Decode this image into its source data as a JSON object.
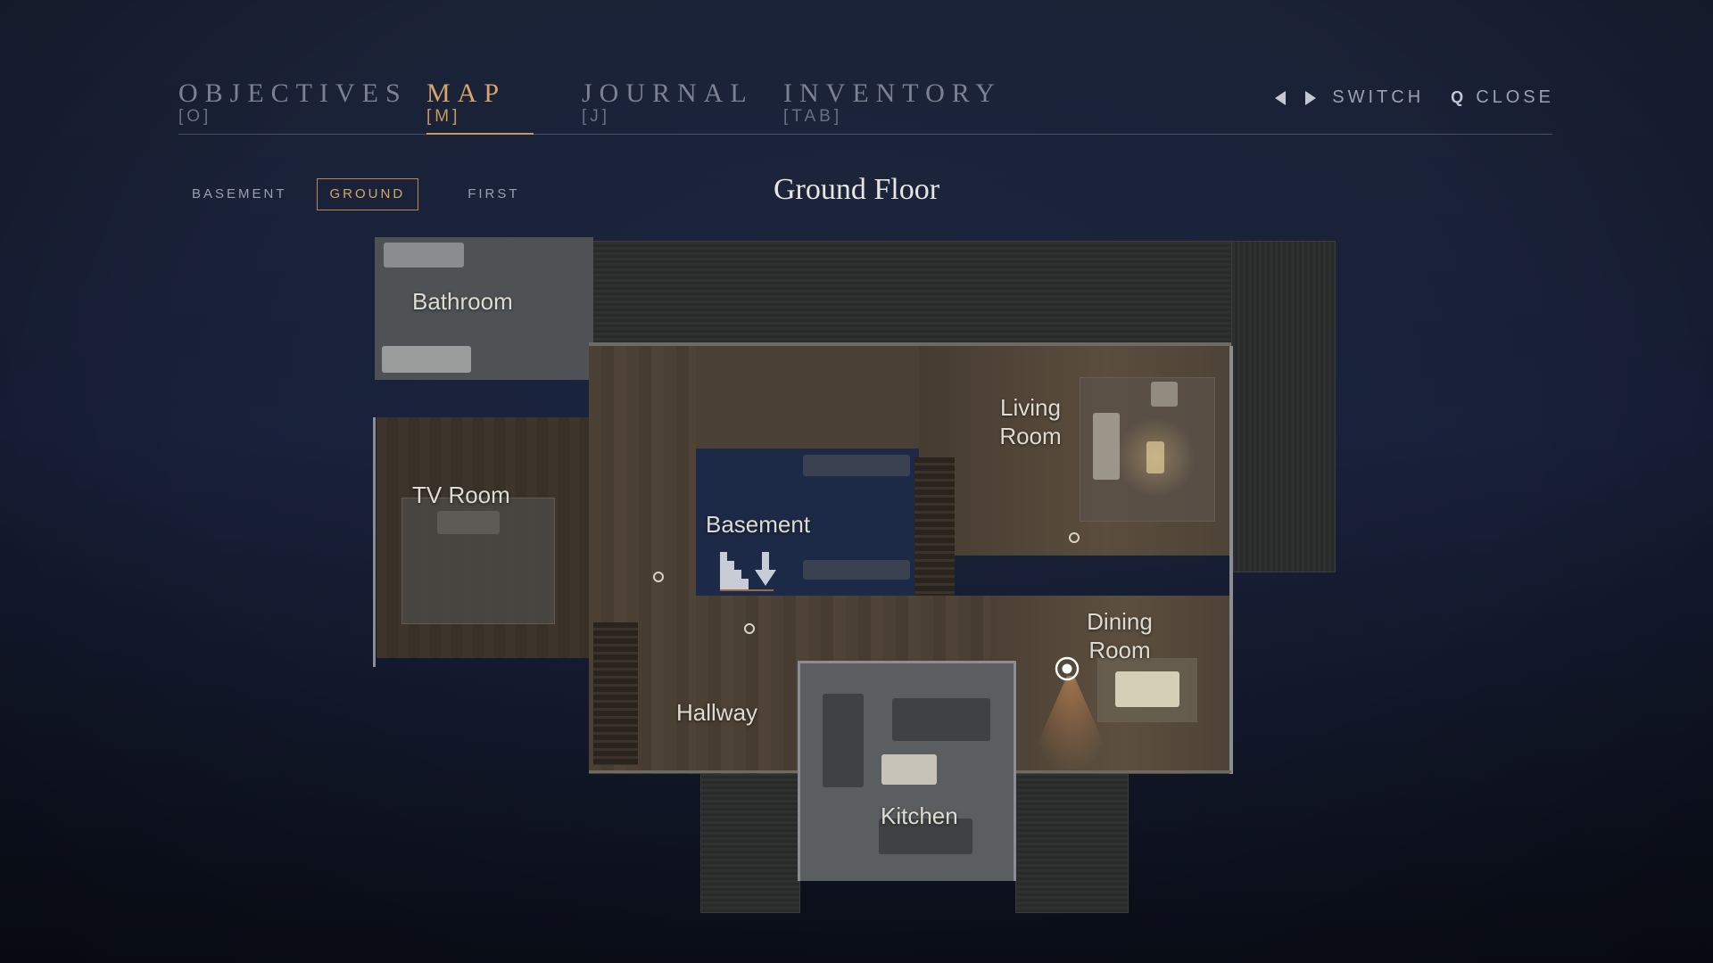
{
  "nav": {
    "tabs": [
      {
        "label": "OBJECTIVES",
        "key": "[O]"
      },
      {
        "label": "MAP",
        "key": "[M]"
      },
      {
        "label": "JOURNAL",
        "key": "[J]"
      },
      {
        "label": "INVENTORY",
        "key": "[TAB]"
      }
    ],
    "active_tab": "MAP",
    "switch_label": "SWITCH",
    "close_key": "Q",
    "close_label": "CLOSE"
  },
  "floors": {
    "buttons": [
      "BASEMENT",
      "GROUND",
      "FIRST"
    ],
    "active": "GROUND",
    "title": "Ground Floor"
  },
  "rooms": {
    "bathroom": "Bathroom",
    "tv_room": "TV Room",
    "basement": "Basement",
    "living_room": "Living Room",
    "dining_room": "Dining Room",
    "hallway": "Hallway",
    "kitchen": "Kitchen"
  },
  "colors": {
    "accent": "#d7a569",
    "inactive_text": "#7c8294",
    "background": "#18203a"
  },
  "icons": {
    "prev": "triangle-left-icon",
    "next": "triangle-right-icon",
    "stairs_down": "stairs-down-icon",
    "player": "player-location-icon"
  }
}
